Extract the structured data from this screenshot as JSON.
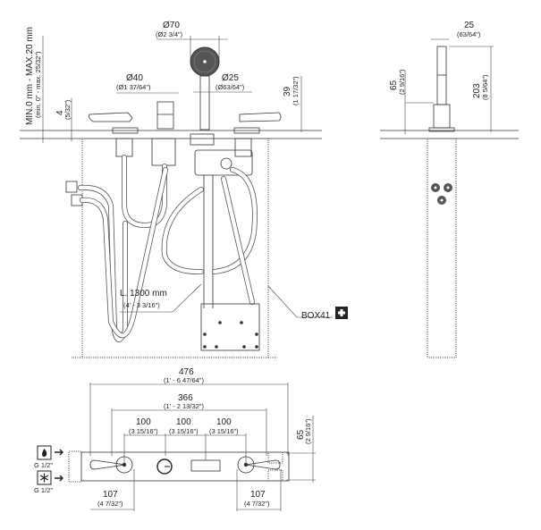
{
  "front_view": {
    "floor_thickness": {
      "mm": "MIN.0 mm - MAX.20 mm",
      "inch": "(min. 0\" - max. 25/32\")"
    },
    "deck_offset": {
      "mm": "4",
      "inch": "(5/32\")"
    },
    "shower_head_diameter": {
      "mm": "Ø70",
      "inch": "(Ø2 3/4\")"
    },
    "spout_diameter": {
      "mm": "Ø40",
      "inch": "(Ø1 37/64\")"
    },
    "hand_shower_diameter": {
      "mm": "Ø25",
      "inch": "(Ø63/64\")"
    },
    "handle_height": {
      "mm": "39",
      "inch": "(1 17/32\")"
    },
    "hose_length": {
      "mm": "L. 1300 mm",
      "inch": "(4' - 3 3/16\")"
    },
    "box_label": "BOX41",
    "box_icon": "plus-icon"
  },
  "side_view": {
    "width": {
      "mm": "25",
      "inch": "(63/64\")"
    },
    "base_height": {
      "mm": "65",
      "inch": "(2 9/16\")"
    },
    "total_height": {
      "mm": "203",
      "inch": "(8 5/64\")"
    }
  },
  "top_view": {
    "overall_width": {
      "mm": "476",
      "inch": "(1' - 6 47/64\")"
    },
    "box_width": {
      "mm": "366",
      "inch": "(1' - 2 13/32\")"
    },
    "spacings": [
      {
        "mm": "100",
        "inch": "(3 15/16\")"
      },
      {
        "mm": "100",
        "inch": "(3 15/16\")"
      },
      {
        "mm": "100",
        "inch": "(3 15/16\")"
      }
    ],
    "depth": {
      "mm": "65",
      "inch": "(2 9/16\")"
    },
    "left_handle": {
      "mm": "107",
      "inch": "(4 7/32\")"
    },
    "right_handle": {
      "mm": "107",
      "inch": "(4 7/32\")"
    },
    "inlets": [
      {
        "icon": "hot-water-flame-icon",
        "label": "G 1/2\""
      },
      {
        "icon": "cold-water-snowflake-icon",
        "label": "G 1/2\""
      }
    ]
  }
}
